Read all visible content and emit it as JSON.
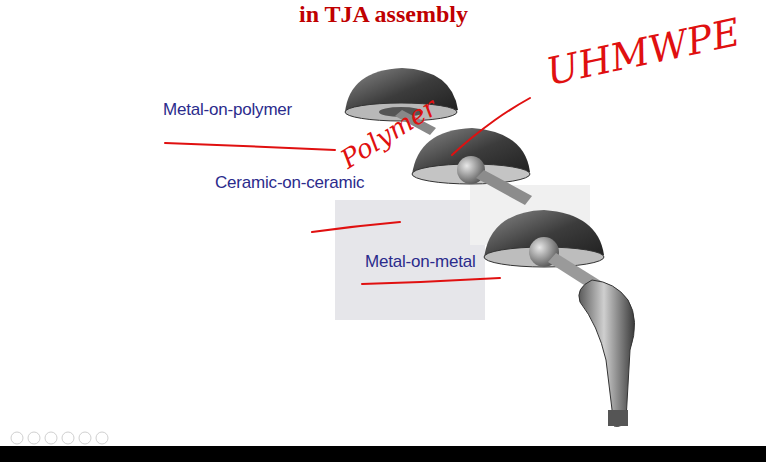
{
  "diagram": {
    "title": "in TJA assembly",
    "labels": [
      "Metal-on-polymer",
      "Ceramic-on-ceramic",
      "Metal-on-metal",
      "UHMWPE",
      "Polymer"
    ]
  }
}
